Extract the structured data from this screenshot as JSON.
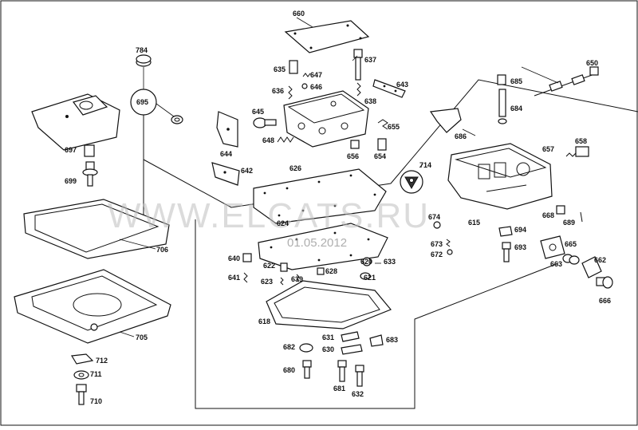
{
  "diagram": {
    "watermark": "WWW.ELCATS.RU",
    "date": "01.05.2012",
    "labels": {
      "p660": "660",
      "p784": "784",
      "p637": "637",
      "p635": "635",
      "p647": "647",
      "p646": "646",
      "p636": "636",
      "p638": "638",
      "p643": "643",
      "p650": "650",
      "p685": "685",
      "p684": "684",
      "p695": "695",
      "p645": "645",
      "p655": "655",
      "p686": "686",
      "p648": "648",
      "p644": "644",
      "p697": "697",
      "p656": "656",
      "p654": "654",
      "p657": "657",
      "p658": "658",
      "p642": "642",
      "p626": "626",
      "p714": "714",
      "p699": "699",
      "p674": "674",
      "p615": "615",
      "p668": "668",
      "p689": "689",
      "p624": "624",
      "p694": "694",
      "p706": "706",
      "p673": "673",
      "p672": "672",
      "p693": "693",
      "p665": "665",
      "p663": "663",
      "p662": "662",
      "p640": "640",
      "p622": "622",
      "p620": "620",
      "p633": "633",
      "p641": "641",
      "p628": "628",
      "p623": "623",
      "p639": "639",
      "p621": "621",
      "p666": "666",
      "p618": "618",
      "p705": "705",
      "p683": "683",
      "p631": "631",
      "p682": "682",
      "p630": "630",
      "p712": "712",
      "p711": "711",
      "p680": "680",
      "p681": "681",
      "p632": "632",
      "p710": "710"
    }
  }
}
